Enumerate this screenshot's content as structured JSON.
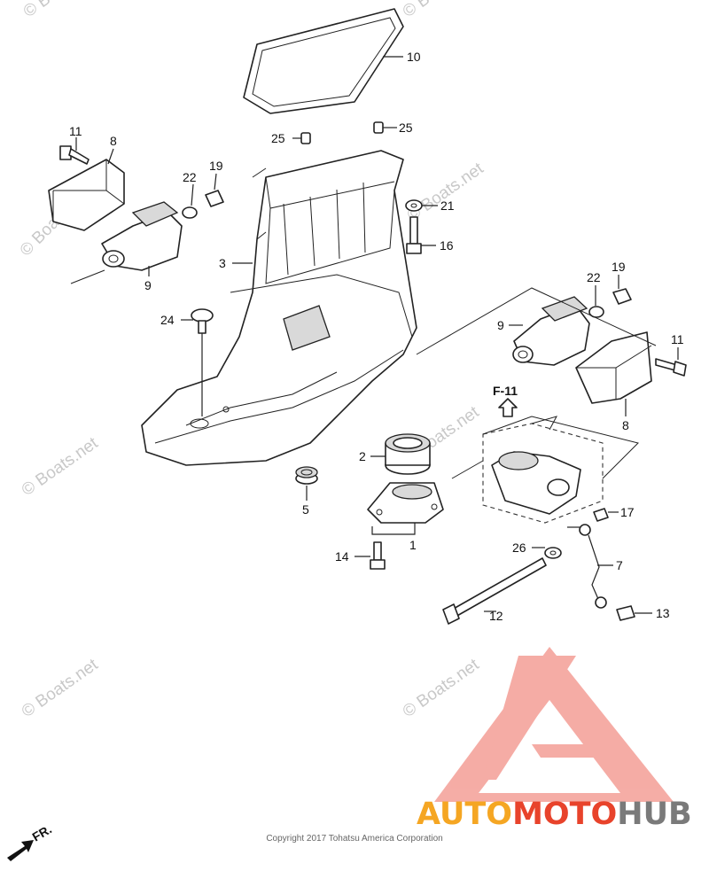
{
  "callouts": {
    "c1": "1",
    "c2": "2",
    "c3": "3",
    "c5": "5",
    "c7": "7",
    "c8a": "8",
    "c8b": "8",
    "c9a": "9",
    "c9b": "9",
    "c10": "10",
    "c11a": "11",
    "c11b": "11",
    "c12": "12",
    "c13": "13",
    "c14": "14",
    "c16": "16",
    "c17": "17",
    "c19a": "19",
    "c19b": "19",
    "c21": "21",
    "c22a": "22",
    "c22b": "22",
    "c24": "24",
    "c25a": "25",
    "c25b": "25",
    "c26": "26"
  },
  "figure_ref": "F-11",
  "direction_label": "FR.",
  "watermark": "© Boats.net",
  "copyright": "Copyright 2017 Tohatsu America Corporation",
  "brand": {
    "part1": "AUTO",
    "part2": "MOTO",
    "part3": "HUB",
    "colors": {
      "auto": "#f5a623",
      "moto": "#e8432b",
      "hub": "#7a7a7a",
      "logo": "#f4a49c"
    }
  }
}
